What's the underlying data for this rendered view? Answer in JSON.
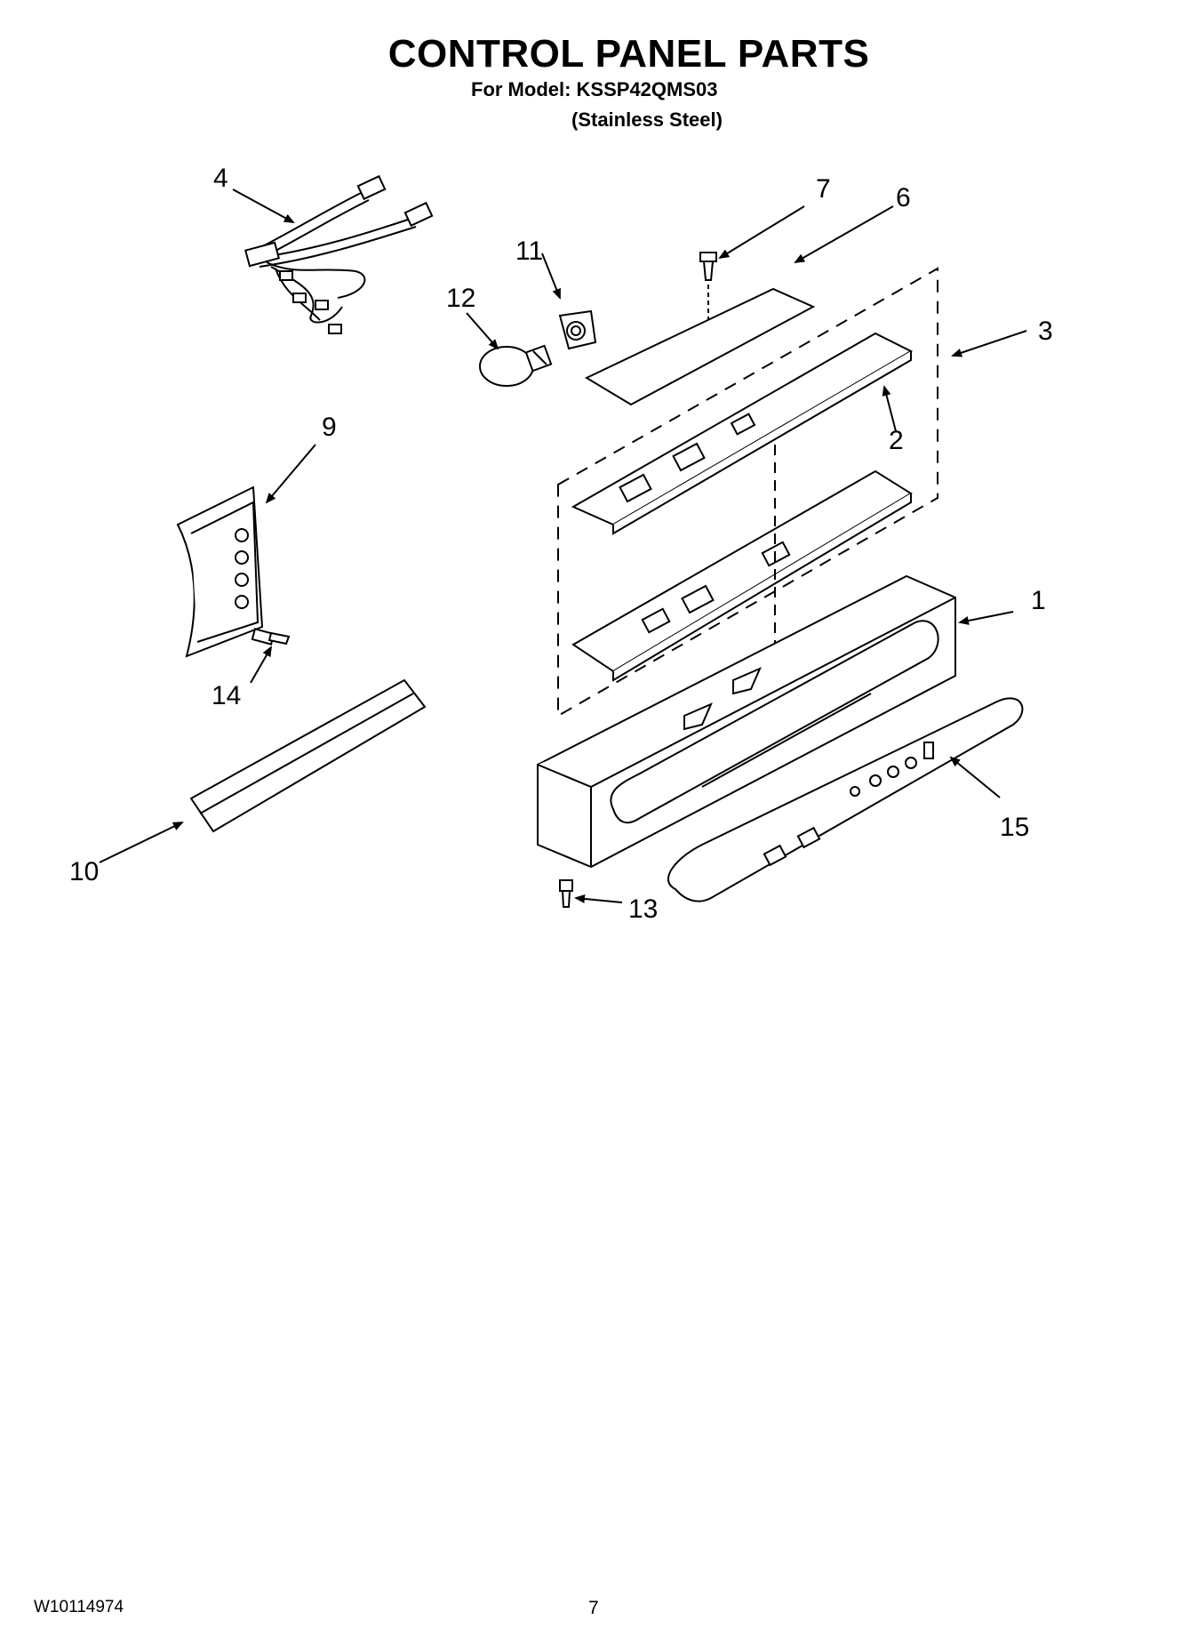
{
  "header": {
    "title": "CONTROL PANEL PARTS",
    "model_line": "For Model: KSSP42QMS03",
    "finish_line": "(Stainless Steel)"
  },
  "diagram": {
    "callouts": [
      {
        "id": "1",
        "label": "1"
      },
      {
        "id": "2",
        "label": "2"
      },
      {
        "id": "3",
        "label": "3"
      },
      {
        "id": "4",
        "label": "4"
      },
      {
        "id": "6",
        "label": "6"
      },
      {
        "id": "7",
        "label": "7"
      },
      {
        "id": "9",
        "label": "9"
      },
      {
        "id": "10",
        "label": "10"
      },
      {
        "id": "11",
        "label": "11"
      },
      {
        "id": "12",
        "label": "12"
      },
      {
        "id": "13",
        "label": "13"
      },
      {
        "id": "14",
        "label": "14"
      },
      {
        "id": "15",
        "label": "15"
      }
    ]
  },
  "footer": {
    "doc_number": "W10114974",
    "page_number": "7"
  }
}
